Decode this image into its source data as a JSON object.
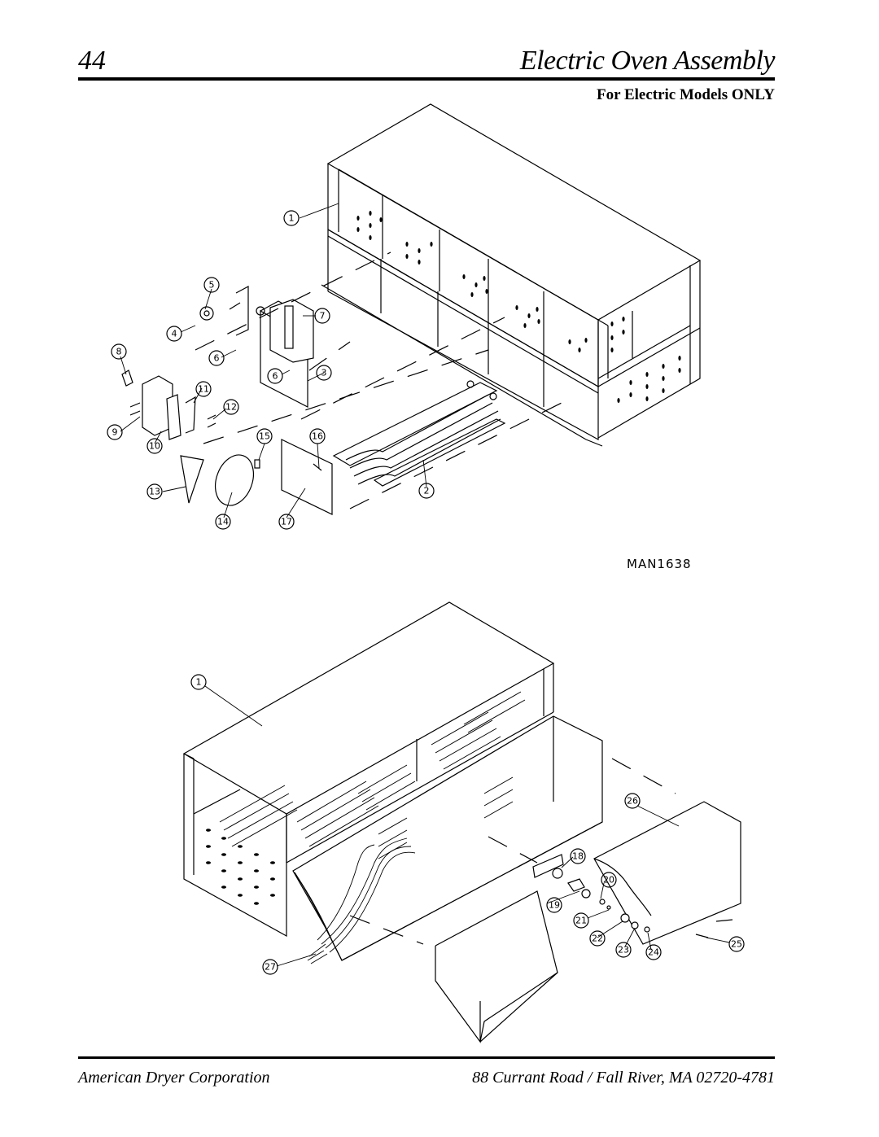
{
  "header": {
    "page_number": "44",
    "title": "Electric Oven Assembly",
    "subtitle": "For Electric Models ONLY"
  },
  "diagram_top": {
    "drawing_code": "MAN1638",
    "callouts": [
      "1",
      "2",
      "3",
      "4",
      "5",
      "6",
      "6",
      "7",
      "8",
      "9",
      "10",
      "11",
      "12",
      "13",
      "14",
      "15",
      "16",
      "17"
    ]
  },
  "diagram_bottom": {
    "callouts": [
      "1",
      "18",
      "19",
      "20",
      "21",
      "22",
      "23",
      "24",
      "25",
      "26",
      "27"
    ]
  },
  "footer": {
    "company": "American Dryer Corporation",
    "address": "88 Currant Road  /  Fall River, MA 02720-4781"
  }
}
